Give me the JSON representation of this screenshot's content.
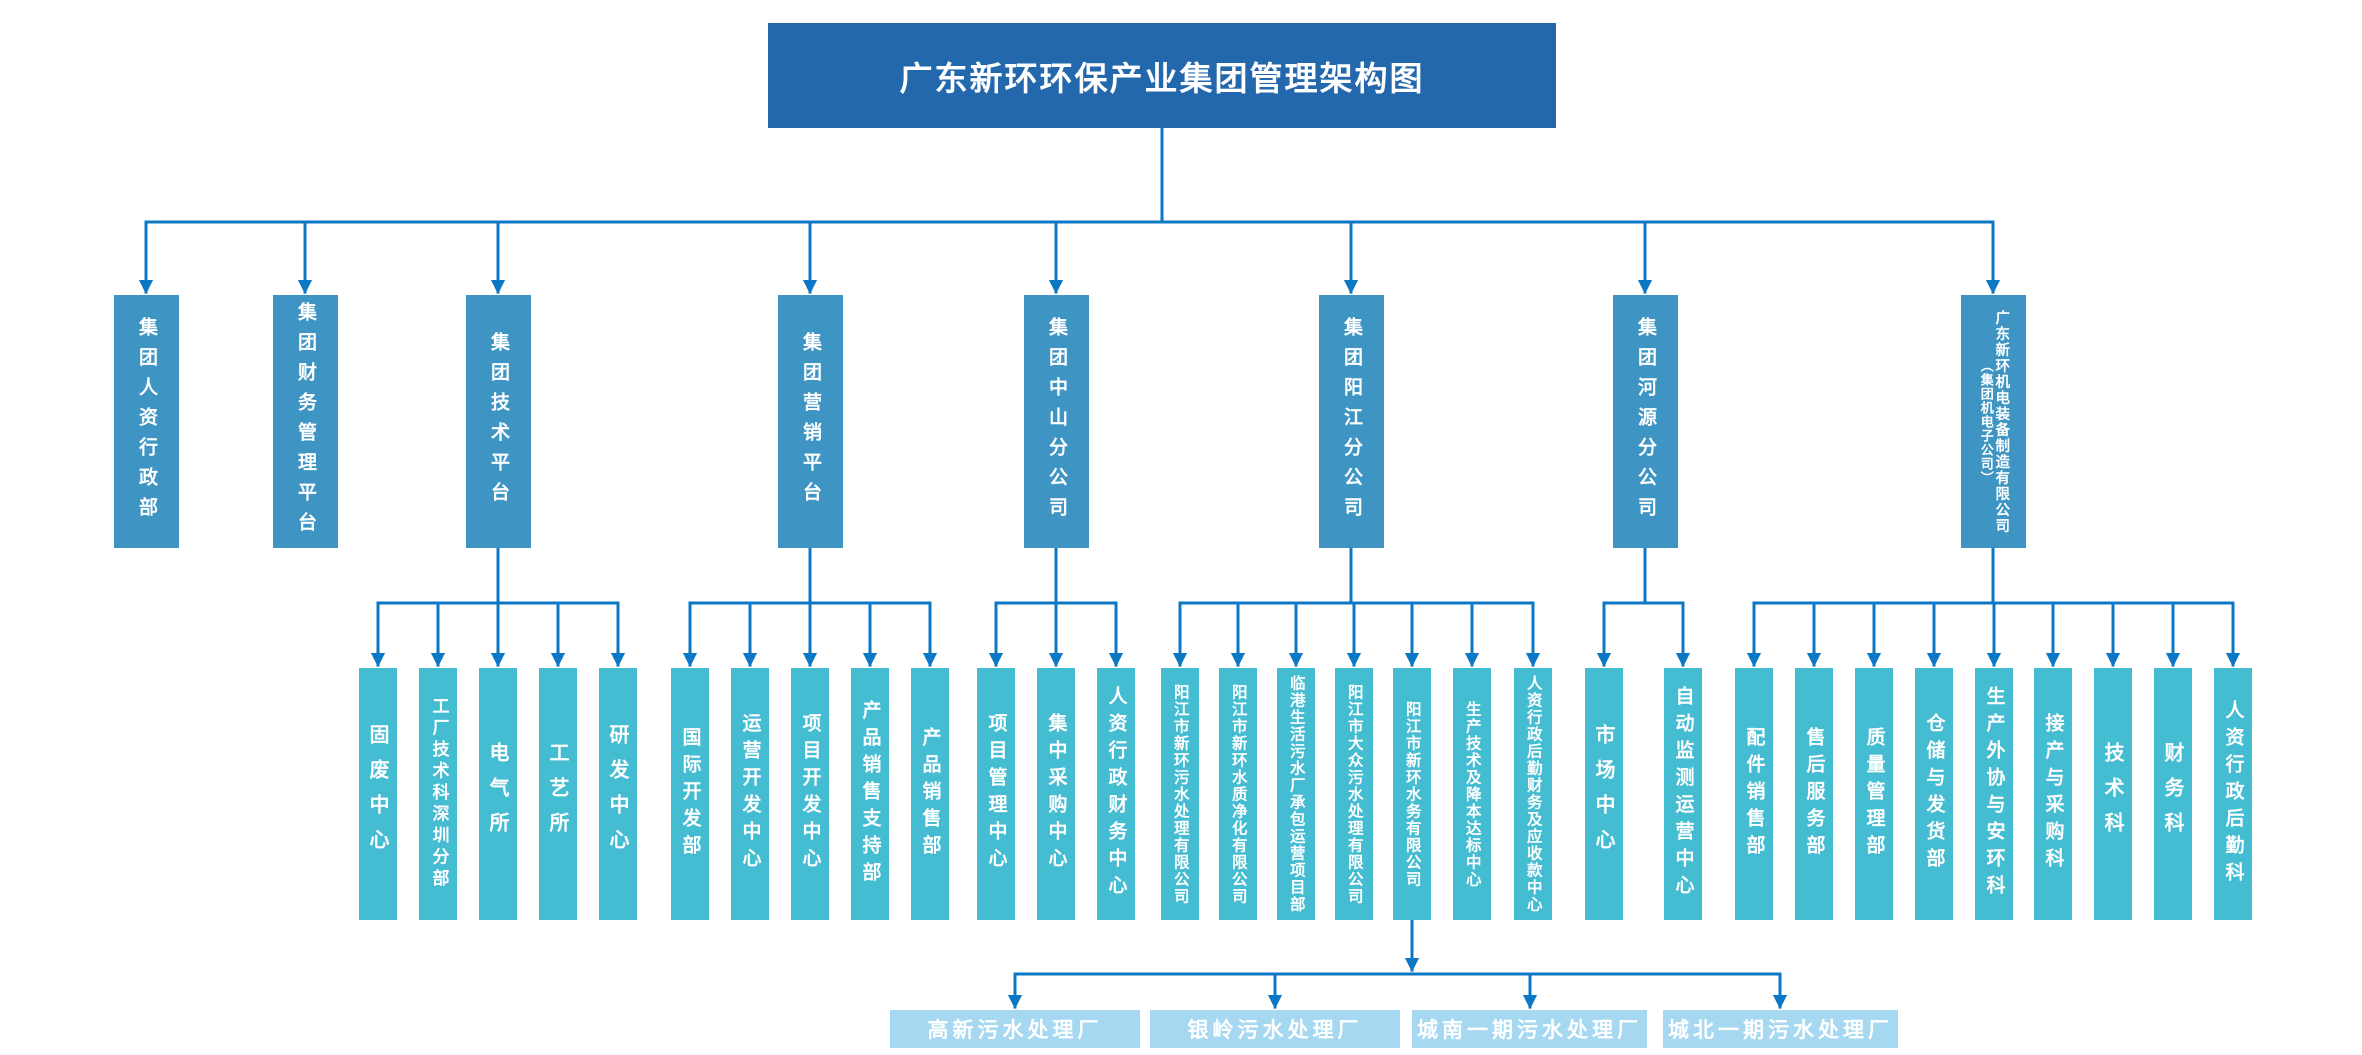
{
  "title": "广东新环环保产业集团管理架构图",
  "colors": {
    "title_bg": "#2368ad",
    "level2_bg": "#3e95c3",
    "level3_bg": "#44bcd1",
    "level4_bg": "#a6d9f1",
    "line": "#0c77c4",
    "text": "#ffffff"
  },
  "departments": [
    {
      "label": "集团人资行政部",
      "children": []
    },
    {
      "label": "集团财务管理平台",
      "children": []
    },
    {
      "label": "集团技术平台",
      "children": [
        "固废中心",
        "工厂技术科深圳分部",
        "电气所",
        "工艺所",
        "研发中心"
      ]
    },
    {
      "label": "集团营销平台",
      "children": [
        "国际开发部",
        "运营开发中心",
        "项目开发中心",
        "产品销售支持部",
        "产品销售部"
      ]
    },
    {
      "label": "集团中山分公司",
      "children": [
        "项目管理中心",
        "集中采购中心",
        "人资行政财务中心"
      ]
    },
    {
      "label": "集团阳江分公司",
      "children": [
        "阳江市新环污水处理有限公司",
        "阳江市新环水质净化有限公司",
        "临港生活污水厂承包运营项目部",
        "阳江市大众污水处理有限公司",
        "阳江市新环水务有限公司",
        "生产技术及降本达标中心",
        "人资行政后勤财务及应收款中心"
      ]
    },
    {
      "label": "集团河源分公司",
      "children": [
        "市场中心",
        "自动监测运营中心"
      ]
    },
    {
      "label": "广东新环机电装备制造有限公司",
      "label_secondary": "（集团机电子公司）",
      "children": [
        "配件销售部",
        "售后服务部",
        "质量管理部",
        "仓储与发货部",
        "生产外协与安环科",
        "接产与采购科",
        "技术科",
        "财务科",
        "人资行政后勤科"
      ]
    }
  ],
  "plants": [
    "高新污水处理厂",
    "银岭污水处理厂",
    "城南一期污水处理厂",
    "城北一期污水处理厂"
  ]
}
